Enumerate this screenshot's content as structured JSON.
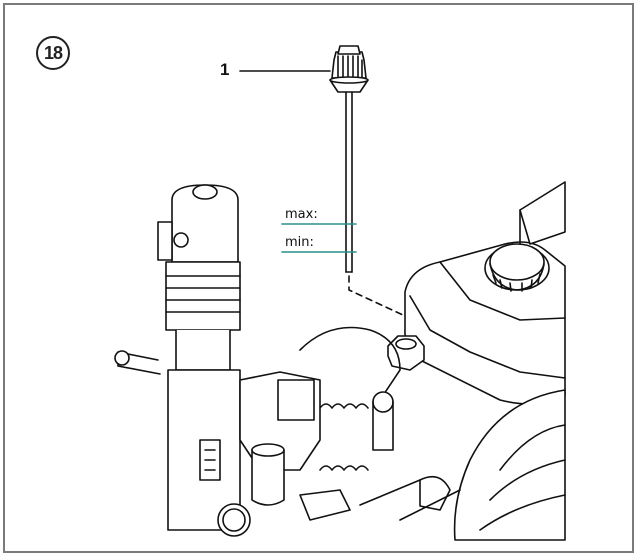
{
  "figure": {
    "number": "18",
    "callout_label": "1"
  },
  "dipstick": {
    "max_label": "max:",
    "min_label": "min:"
  },
  "colors": {
    "line": "#111111",
    "gauge_mark": "#2a8f8a",
    "frame": "#7a7a7a"
  }
}
